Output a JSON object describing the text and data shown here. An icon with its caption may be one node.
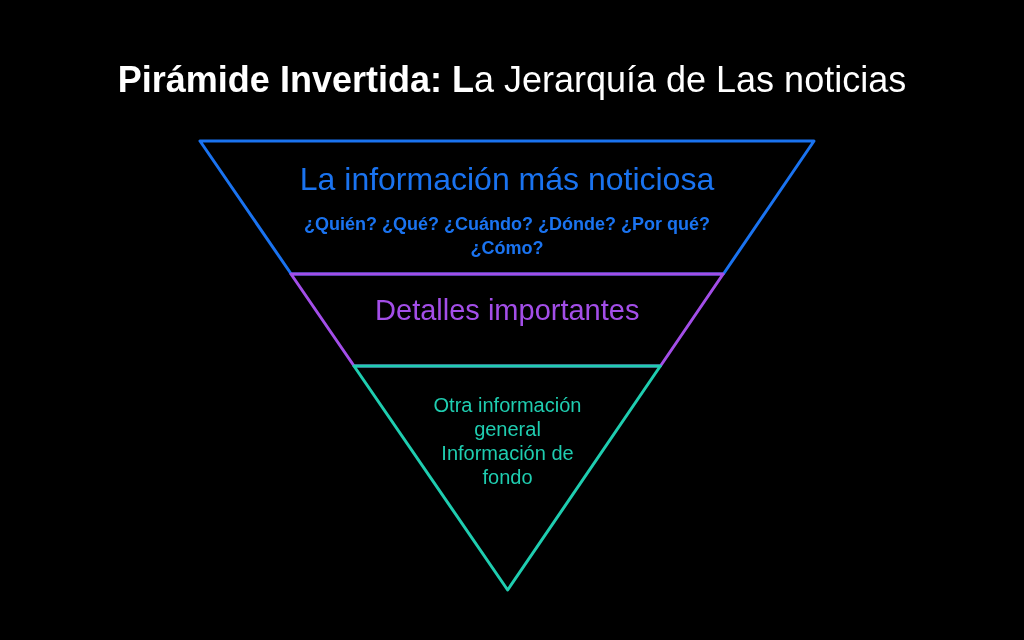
{
  "diagram": {
    "title": "**Pirámide Invertida: L**a Jerarquía de Las noticias",
    "nodes": [
      {
        "text": [
          "La información más noticiosa",
          "¿Quién? ¿Qué? ¿Cuándo? ¿Dónde? ¿Por qué? ¿Cómo?"
        ]
      },
      {
        "text": [
          "Detalles importantes"
        ]
      },
      {
        "text": [
          "Otra información general",
          "Información de fondo"
        ]
      }
    ]
  }
}
